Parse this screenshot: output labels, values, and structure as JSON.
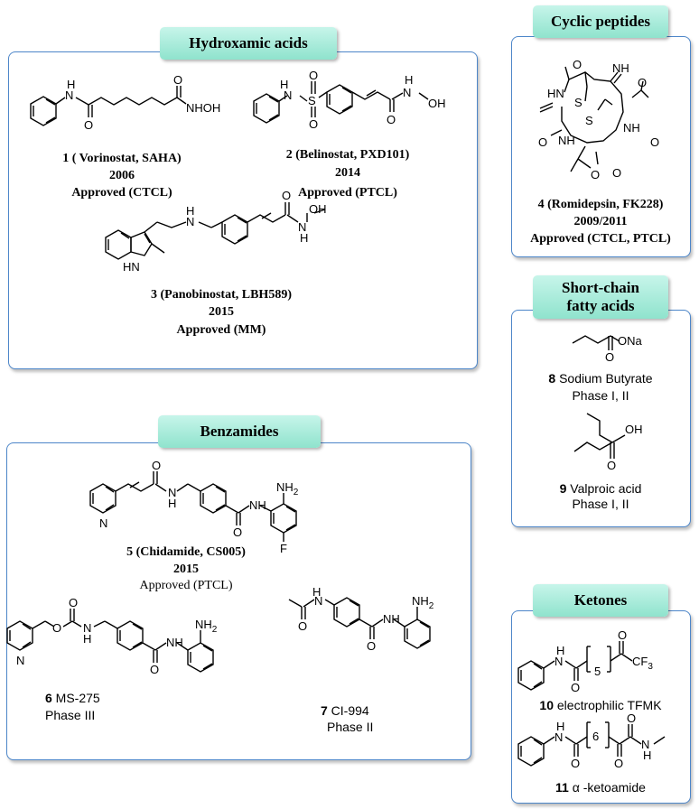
{
  "hydroxamic": {
    "title": "Hydroxamic acids",
    "c1": {
      "num": "1",
      "name": " ( Vorinostat, SAHA)",
      "year": "2006",
      "status": "Approved (CTCL)"
    },
    "c2": {
      "num": "2",
      "name": " (Belinostat, PXD101)",
      "year": "2014",
      "status": "Approved (PTCL)"
    },
    "c3": {
      "num": "3",
      "name": " (Panobinostat, LBH589)",
      "year": "2015",
      "status": "Approved (MM)"
    }
  },
  "cyclic": {
    "title": "Cyclic peptides",
    "c4": {
      "num": "4",
      "name": " (Romidepsin, FK228)",
      "year": "2009/2011",
      "status": "Approved (CTCL, PTCL)"
    }
  },
  "scfa": {
    "title_line1": "Short-chain",
    "title_line2": "fatty acids",
    "c8": {
      "num": "8",
      "name": " Sodium Butyrate",
      "phase": "Phase I, II"
    },
    "c9": {
      "num": "9",
      "name": " Valproic acid",
      "phase": "Phase I, II"
    }
  },
  "benzamides": {
    "title": "Benzamides",
    "c5": {
      "num": "5",
      "name": " (Chidamide, CS005)",
      "year": "2015",
      "status": "Approved (PTCL)"
    },
    "c6": {
      "num": "6",
      "name": " MS-275",
      "phase": "Phase III"
    },
    "c7": {
      "num": "7",
      "name": " CI-994",
      "phase": "Phase II"
    }
  },
  "ketones": {
    "title": "Ketones",
    "c10": {
      "num": "10",
      "name": " electrophilic TFMK"
    },
    "c11": {
      "num": "11",
      "name": " α -ketoamide"
    }
  },
  "atoms": {
    "h": "H",
    "n": "N",
    "nh": "NH",
    "hn": "HN",
    "o": "O",
    "s": "S",
    "f": "F",
    "oh": "OH",
    "nhoh": "NHOH",
    "nh2": "NH",
    "sub2": "2",
    "ona": "ONa",
    "cf3": "CF",
    "sub3": "3",
    "sub5": "5",
    "sub6": "6"
  }
}
